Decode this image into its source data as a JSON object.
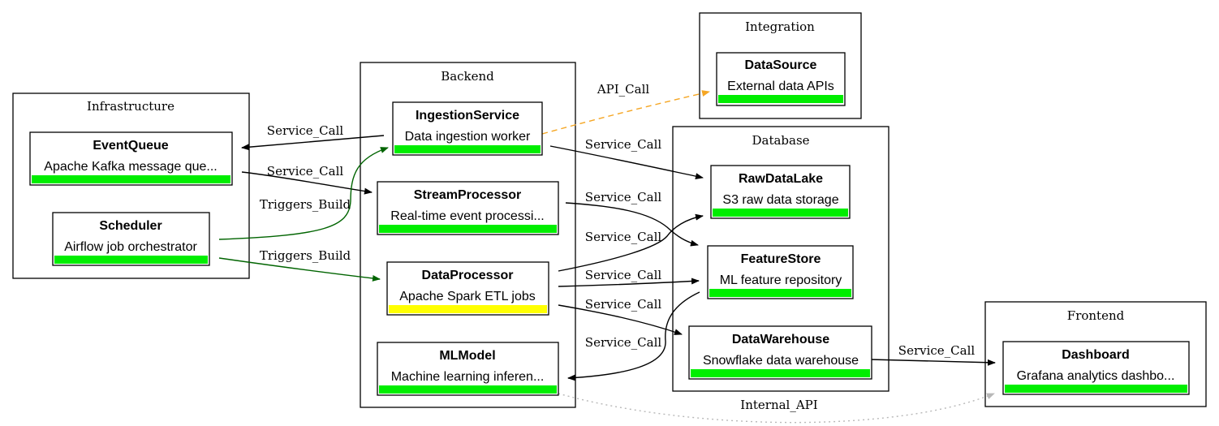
{
  "clusters": {
    "infrastructure": "Infrastructure",
    "backend": "Backend",
    "integration": "Integration",
    "database": "Database",
    "frontend": "Frontend"
  },
  "nodes": {
    "event_queue": {
      "title": "EventQueue",
      "desc": "Apache Kafka message que...",
      "status_color": "#00ee00"
    },
    "scheduler": {
      "title": "Scheduler",
      "desc": "Airflow job orchestrator",
      "status_color": "#00ee00"
    },
    "ingestion_service": {
      "title": "IngestionService",
      "desc": "Data ingestion worker",
      "status_color": "#00ee00"
    },
    "stream_processor": {
      "title": "StreamProcessor",
      "desc": "Real-time event processi...",
      "status_color": "#00ee00"
    },
    "data_processor": {
      "title": "DataProcessor",
      "desc": "Apache Spark ETL jobs",
      "status_color": "#ffff00"
    },
    "ml_model": {
      "title": "MLModel",
      "desc": "Machine learning inferen...",
      "status_color": "#00ee00"
    },
    "data_source": {
      "title": "DataSource",
      "desc": "External data APIs",
      "status_color": "#00ee00"
    },
    "raw_data_lake": {
      "title": "RawDataLake",
      "desc": "S3 raw data storage",
      "status_color": "#00ee00"
    },
    "feature_store": {
      "title": "FeatureStore",
      "desc": "ML feature repository",
      "status_color": "#00ee00"
    },
    "data_warehouse": {
      "title": "DataWarehouse",
      "desc": "Snowflake data warehouse",
      "status_color": "#00ee00"
    },
    "dashboard": {
      "title": "Dashboard",
      "desc": "Grafana analytics dashbo...",
      "status_color": "#00ee00"
    }
  },
  "edge_labels": {
    "api_call": "API_Call",
    "ingest_to_queue": "Service_Call",
    "queue_to_stream": "Service_Call",
    "sched_to_ingest": "Triggers_Build",
    "sched_to_dataproc": "Triggers_Build",
    "ingest_to_lake": "Service_Call",
    "stream_to_feature": "Service_Call",
    "dataproc_to_lake": "Service_Call",
    "dataproc_to_feature": "Service_Call",
    "dataproc_to_warehouse": "Service_Call",
    "feature_to_ml": "Service_Call",
    "warehouse_to_dashboard": "Service_Call",
    "ml_to_dashboard": "Internal_API"
  },
  "edge_colors": {
    "service_call": "#000000",
    "triggers_build": "#006400",
    "api_call": "#f5a623",
    "internal_api": "#b8b8b8"
  }
}
